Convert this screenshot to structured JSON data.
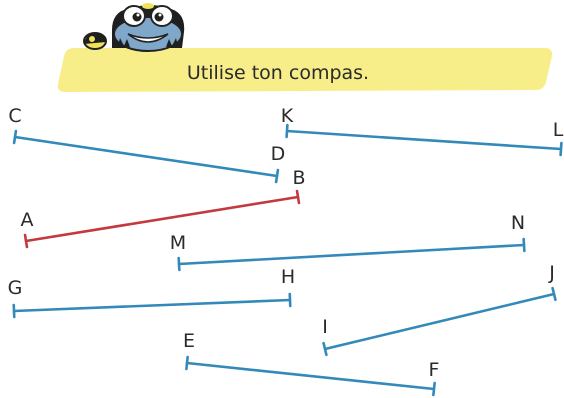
{
  "banner": {
    "instruction": "Utilise ton compas.",
    "color": "#f7ee8a",
    "mascot_icon": "frog-mascot-icon"
  },
  "colors": {
    "segment_blue": "#3389ba",
    "segment_red": "#c4393d"
  },
  "labels": {
    "A": "A",
    "B": "B",
    "C": "C",
    "D": "D",
    "E": "E",
    "F": "F",
    "G": "G",
    "H": "H",
    "I": "I",
    "J": "J",
    "K": "K",
    "L": "L",
    "M": "M",
    "N": "N"
  },
  "segments": [
    {
      "name": "CD",
      "start": "C",
      "end": "D",
      "color": "blue"
    },
    {
      "name": "KL",
      "start": "K",
      "end": "L",
      "color": "blue"
    },
    {
      "name": "AB",
      "start": "A",
      "end": "B",
      "color": "red"
    },
    {
      "name": "MN",
      "start": "M",
      "end": "N",
      "color": "blue"
    },
    {
      "name": "GH",
      "start": "G",
      "end": "H",
      "color": "blue"
    },
    {
      "name": "IJ",
      "start": "I",
      "end": "J",
      "color": "blue"
    },
    {
      "name": "EF",
      "start": "E",
      "end": "F",
      "color": "blue"
    }
  ]
}
